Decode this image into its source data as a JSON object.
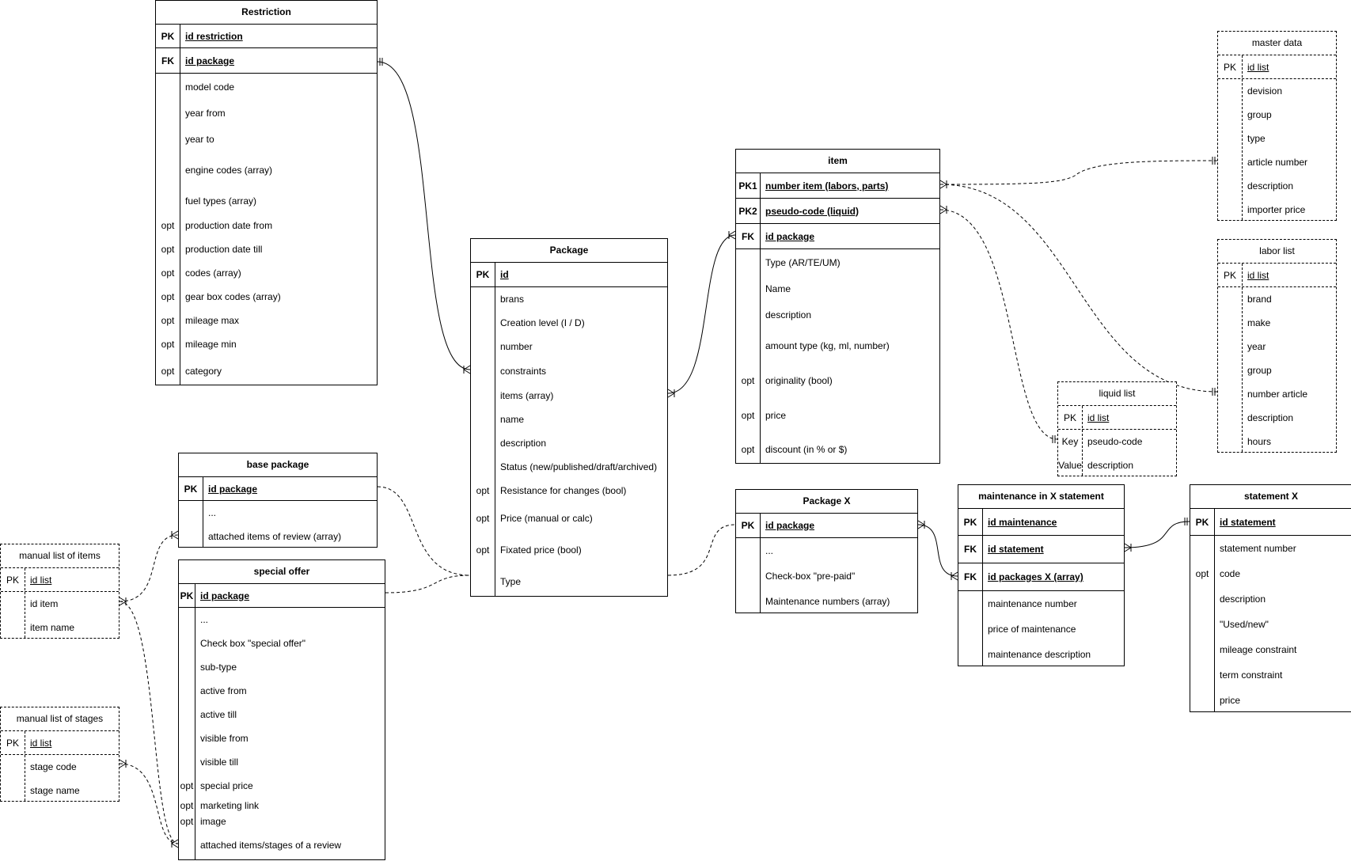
{
  "tables": {
    "restriction": {
      "title": "Restriction",
      "rows": [
        {
          "key": "PK",
          "name": "id restriction"
        },
        {
          "key": "FK",
          "name": "id package"
        },
        {
          "key": "",
          "name": "model code"
        },
        {
          "key": "",
          "name": "year from"
        },
        {
          "key": "",
          "name": "year to"
        },
        {
          "key": "",
          "name": "engine codes (array)"
        },
        {
          "key": "",
          "name": "fuel types (array)"
        },
        {
          "key": "opt",
          "name": "production date from"
        },
        {
          "key": "opt",
          "name": "production date till"
        },
        {
          "key": "opt",
          "name": "codes (array)"
        },
        {
          "key": "opt",
          "name": "gear box codes (array)"
        },
        {
          "key": "opt",
          "name": "mileage max"
        },
        {
          "key": "opt",
          "name": "mileage min"
        },
        {
          "key": "opt",
          "name": "category"
        }
      ]
    },
    "package": {
      "title": "Package",
      "rows": [
        {
          "key": "PK",
          "name": "id"
        },
        {
          "key": "",
          "name": "brans"
        },
        {
          "key": "",
          "name": "Creation level (I / D)"
        },
        {
          "key": "",
          "name": "number"
        },
        {
          "key": "",
          "name": "constraints"
        },
        {
          "key": "",
          "name": "items (array)"
        },
        {
          "key": "",
          "name": "name"
        },
        {
          "key": "",
          "name": "description"
        },
        {
          "key": "",
          "name": "Status (new/published/draft/archived)"
        },
        {
          "key": "opt",
          "name": "Resistance for changes (bool)"
        },
        {
          "key": "opt",
          "name": "Price (manual or calc)"
        },
        {
          "key": "opt",
          "name": "Fixated price (bool)"
        },
        {
          "key": "",
          "name": "Type"
        }
      ]
    },
    "item": {
      "title": "item",
      "rows": [
        {
          "key": "PK1",
          "name": "number item (labors, parts)"
        },
        {
          "key": "PK2",
          "name": "pseudo-code (liquid)"
        },
        {
          "key": "FK",
          "name": "id package"
        },
        {
          "key": "",
          "name": "Type (AR/TE/UM)"
        },
        {
          "key": "",
          "name": "Name"
        },
        {
          "key": "",
          "name": "description"
        },
        {
          "key": "",
          "name": "amount type (kg, ml, number)"
        },
        {
          "key": "opt",
          "name": "originality (bool)"
        },
        {
          "key": "opt",
          "name": "price"
        },
        {
          "key": "opt",
          "name": "discount (in % or $)"
        }
      ]
    },
    "master_data": {
      "title": "master data",
      "rows": [
        {
          "key": "PK",
          "name": "id list"
        },
        {
          "key": "",
          "name": "devision"
        },
        {
          "key": "",
          "name": "group"
        },
        {
          "key": "",
          "name": "type"
        },
        {
          "key": "",
          "name": "article number"
        },
        {
          "key": "",
          "name": "description"
        },
        {
          "key": "",
          "name": "importer price"
        }
      ]
    },
    "labor_list": {
      "title": "labor list",
      "rows": [
        {
          "key": "PK",
          "name": "id list"
        },
        {
          "key": "",
          "name": "brand"
        },
        {
          "key": "",
          "name": "make"
        },
        {
          "key": "",
          "name": "year"
        },
        {
          "key": "",
          "name": "group"
        },
        {
          "key": "",
          "name": "number article"
        },
        {
          "key": "",
          "name": "description"
        },
        {
          "key": "",
          "name": "hours"
        }
      ]
    },
    "liquid_list": {
      "title": "liquid list",
      "rows": [
        {
          "key": "PK",
          "name": "id list"
        },
        {
          "key": "Key",
          "name": "pseudo-code"
        },
        {
          "key": "Value",
          "name": "description"
        }
      ]
    },
    "base_package": {
      "title": "base package",
      "rows": [
        {
          "key": "PK",
          "name": "id package"
        },
        {
          "key": "",
          "name": "..."
        },
        {
          "key": "",
          "name": "attached items of review (array)"
        }
      ]
    },
    "special_offer": {
      "title": "special offer",
      "rows": [
        {
          "key": "PK",
          "name": "id package"
        },
        {
          "key": "",
          "name": "..."
        },
        {
          "key": "",
          "name": "Check box \"special offer\""
        },
        {
          "key": "",
          "name": "sub-type"
        },
        {
          "key": "",
          "name": "active from"
        },
        {
          "key": "",
          "name": "active till"
        },
        {
          "key": "",
          "name": "visible from"
        },
        {
          "key": "",
          "name": "visible till"
        },
        {
          "key": "opt",
          "name": "special price"
        },
        {
          "key": "opt",
          "name": "marketing link"
        },
        {
          "key": "opt",
          "name": "image"
        },
        {
          "key": "",
          "name": "attached items/stages of a review"
        }
      ]
    },
    "manual_items": {
      "title": "manual list of items",
      "rows": [
        {
          "key": "PK",
          "name": "id list"
        },
        {
          "key": "",
          "name": "id item"
        },
        {
          "key": "",
          "name": "item name"
        }
      ]
    },
    "manual_stages": {
      "title": "manual list of stages",
      "rows": [
        {
          "key": "PK",
          "name": "id list"
        },
        {
          "key": "",
          "name": "stage code"
        },
        {
          "key": "",
          "name": "stage name"
        }
      ]
    },
    "package_x": {
      "title": "Package X",
      "rows": [
        {
          "key": "PK",
          "name": "id package"
        },
        {
          "key": "",
          "name": "..."
        },
        {
          "key": "",
          "name": "Check-box \"pre-paid\""
        },
        {
          "key": "",
          "name": "Maintenance numbers (array)"
        }
      ]
    },
    "maintenance": {
      "title": "maintenance  in X statement",
      "rows": [
        {
          "key": "PK",
          "name": "id maintenance"
        },
        {
          "key": "FK",
          "name": "id statement"
        },
        {
          "key": "FK",
          "name": "id packages X (array)"
        },
        {
          "key": "",
          "name": "maintenance number"
        },
        {
          "key": "",
          "name": "price of maintenance"
        },
        {
          "key": "",
          "name": "maintenance description"
        }
      ]
    },
    "statement_x": {
      "title": "statement X",
      "rows": [
        {
          "key": "PK",
          "name": "id statement"
        },
        {
          "key": "",
          "name": "statement number"
        },
        {
          "key": "opt",
          "name": "code"
        },
        {
          "key": "",
          "name": "description"
        },
        {
          "key": "",
          "name": "\"Used/new\""
        },
        {
          "key": "",
          "name": "mileage constraint"
        },
        {
          "key": "",
          "name": "term constraint"
        },
        {
          "key": "",
          "name": "price"
        }
      ]
    }
  }
}
